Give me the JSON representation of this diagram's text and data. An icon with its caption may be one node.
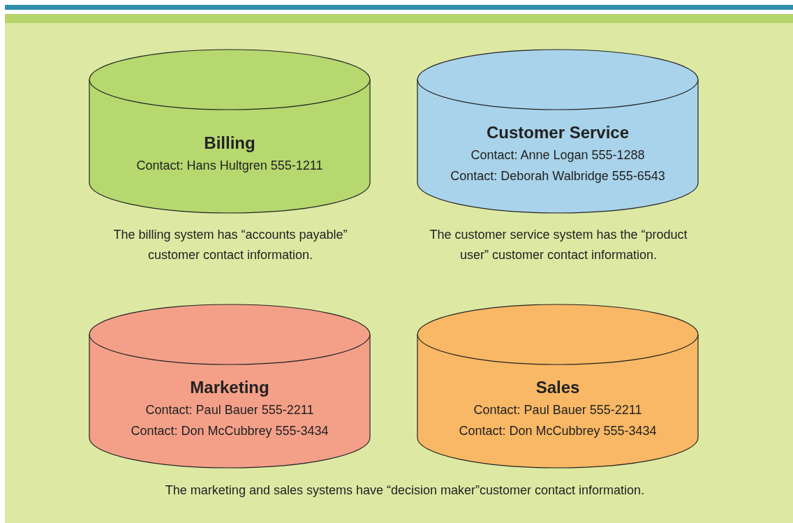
{
  "diagram": {
    "caption": "The marketing and sales systems have “decision maker”customer contact information.",
    "nodes": [
      {
        "text": [
          "Billing",
          "Contact: Hans Hultgren 555-1211"
        ],
        "beside": [
          "The billing system has “accounts payable” customer contact information."
        ]
      },
      {
        "text": [
          "Customer Service",
          "Contact: Anne Logan 555-1288",
          "Contact: Deborah Walbridge 555-6543"
        ],
        "beside": [
          "The customer service system has the “product user” customer contact information."
        ]
      },
      {
        "text": [
          "Marketing",
          "Contact: Paul Bauer 555-2211",
          "Contact: Don McCubbrey 555-3434"
        ]
      },
      {
        "text": [
          "Sales",
          "Contact: Paul Bauer 555-2211",
          "Contact: Don McCubbrey 555-3434"
        ]
      }
    ],
    "edges": []
  }
}
